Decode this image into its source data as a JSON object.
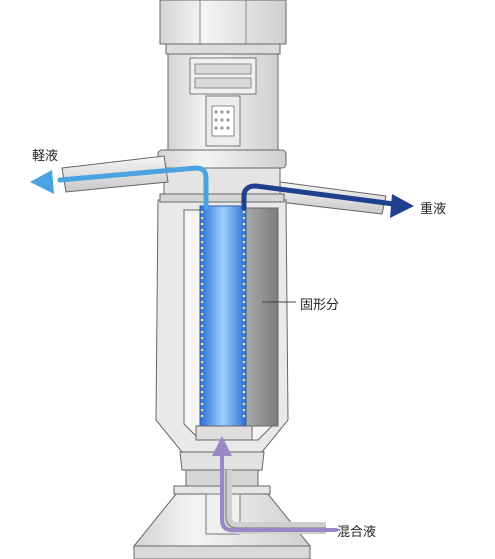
{
  "labels": {
    "light_liquid": "軽液",
    "heavy_liquid": "重液",
    "solids": "固形分",
    "mixed_liquid": "混合液"
  },
  "colors": {
    "light_flow": "#4aa3e0",
    "heavy_flow": "#1f3f8f",
    "feed_flow": "#9b87c6",
    "bowl_blue": "#3b82e6",
    "solids_gray": "#8f8f8f",
    "housing": "#e8e8e8",
    "outline": "#555555"
  }
}
